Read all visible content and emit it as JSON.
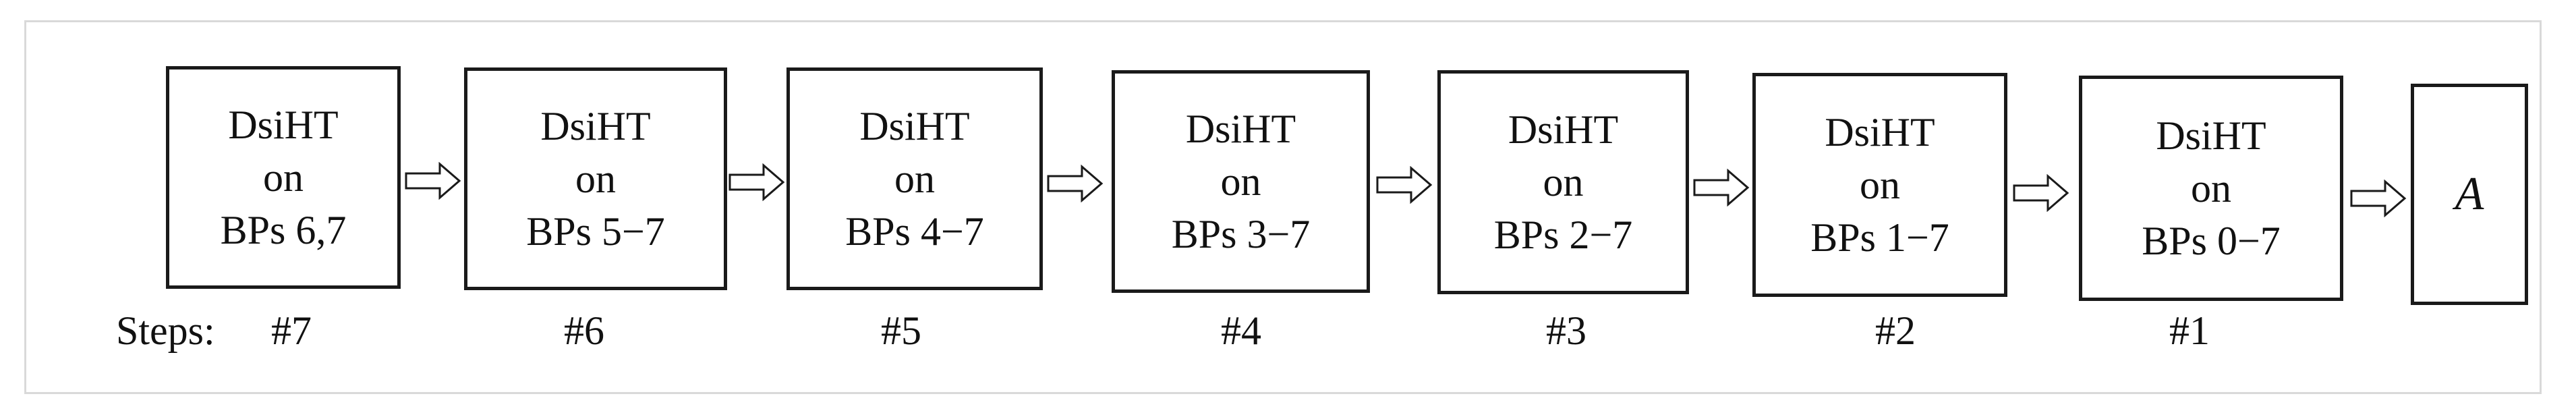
{
  "steps_label": "Steps:",
  "boxes": [
    {
      "line1": "DsiHT",
      "line2": "on",
      "line3": "BPs 6,7",
      "step": "#7"
    },
    {
      "line1": "DsiHT",
      "line2": "on",
      "line3": "BPs 5−7",
      "step": "#6"
    },
    {
      "line1": "DsiHT",
      "line2": "on",
      "line3": "BPs 4−7",
      "step": "#5"
    },
    {
      "line1": "DsiHT",
      "line2": "on",
      "line3": "BPs 3−7",
      "step": "#4"
    },
    {
      "line1": "DsiHT",
      "line2": "on",
      "line3": "BPs 2−7",
      "step": "#3"
    },
    {
      "line1": "DsiHT",
      "line2": "on",
      "line3": "BPs 1−7",
      "step": "#2"
    },
    {
      "line1": "DsiHT",
      "line2": "on",
      "line3": "BPs 0−7",
      "step": "#1"
    }
  ],
  "final": {
    "label": "A"
  },
  "colors": {
    "stroke": "#1a1a1a",
    "frame": "#d9d9d9",
    "background": "#ffffff"
  }
}
